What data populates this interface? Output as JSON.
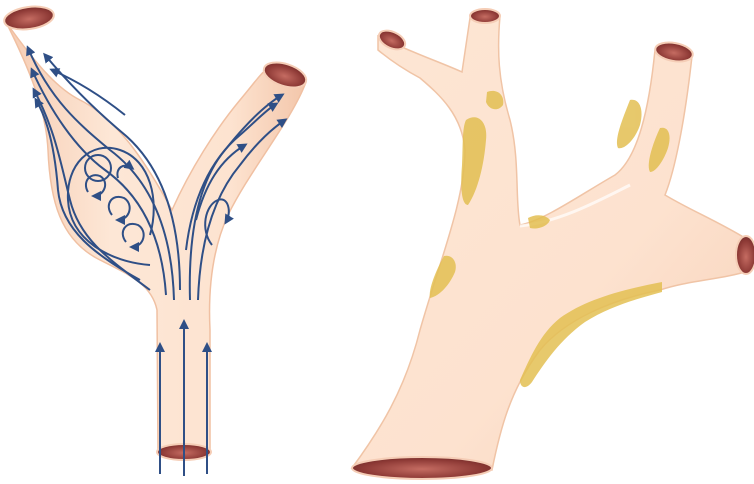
{
  "figure": {
    "panels": [
      {
        "id": "flow-bifurcation",
        "description_icon": "artery-bifurcation-flow-lines-icon",
        "features": [
          "flow-arrows",
          "recirculation-vortices",
          "laminar-inlet"
        ]
      },
      {
        "id": "plaque-distribution",
        "description_icon": "artery-branch-plaque-icon",
        "features": [
          "plaque-patches"
        ]
      }
    ],
    "colors": {
      "vessel_fill": "#fbe0cc",
      "vessel_edge": "#f3c7ab",
      "lumen_dark": "#8e3a36",
      "lumen_light": "#d98c80",
      "flow_line": "#2f4f86",
      "plaque": "#e3bf52"
    }
  }
}
